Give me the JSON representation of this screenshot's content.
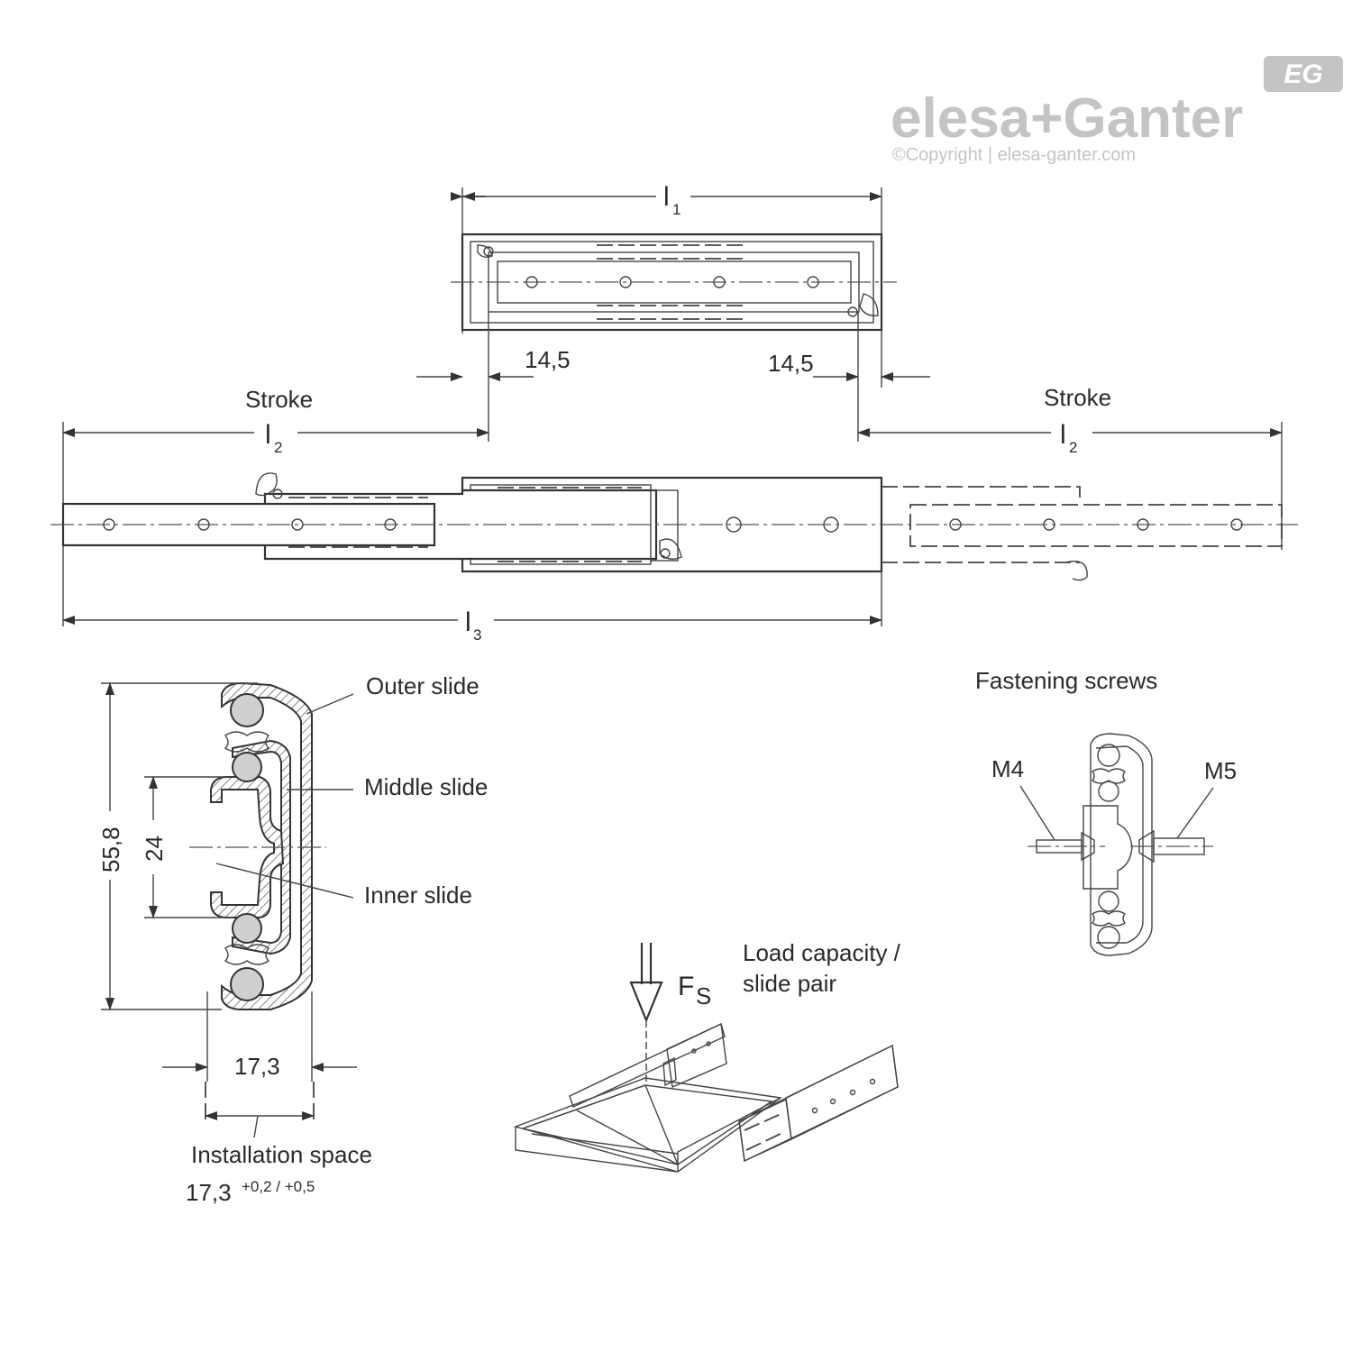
{
  "logo": {
    "brand": "elesa+Ganter",
    "copyright": "©Copyright | elesa-ganter.com",
    "badge": "EG",
    "color": "#c4c4c4"
  },
  "dimensions": {
    "l1": "l",
    "l1_sub": "1",
    "l2": "l",
    "l2_sub": "2",
    "l3": "l",
    "l3_sub": "3",
    "gap_left": "14,5",
    "gap_right": "14,5",
    "stroke_left": "Stroke",
    "stroke_right": "Stroke",
    "height": "55,8",
    "hole_spacing": "24",
    "width": "17,3"
  },
  "section_labels": {
    "outer_slide": "Outer slide",
    "middle_slide": "Middle slide",
    "inner_slide": "Inner slide"
  },
  "installation": {
    "label": "Installation space",
    "value": "17,3",
    "tolerance": "+0,2 / +0,5"
  },
  "fastening": {
    "title": "Fastening screws",
    "screw_left": "M4",
    "screw_right": "M5"
  },
  "load": {
    "force": "F",
    "force_sub": "S",
    "caption_line1": "Load capacity /",
    "caption_line2": "slide pair"
  }
}
